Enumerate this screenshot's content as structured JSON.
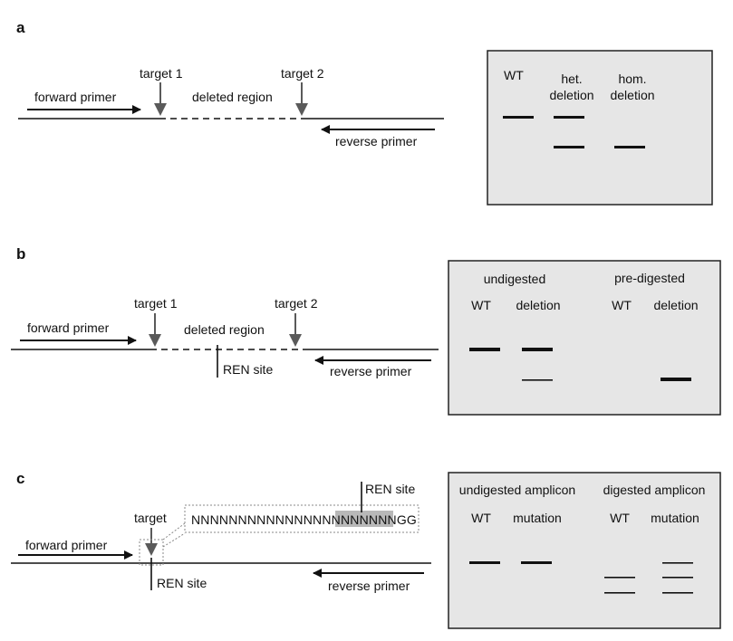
{
  "panel_a": {
    "letter": "a",
    "forward_primer": "forward primer",
    "reverse_primer": "reverse primer",
    "target1": "target 1",
    "target2": "target 2",
    "deleted_region": "deleted region",
    "gel": {
      "lane1": "WT",
      "lane2_line1": "het.",
      "lane2_line2": "deletion",
      "lane3_line1": "hom.",
      "lane3_line2": "deletion"
    }
  },
  "panel_b": {
    "letter": "b",
    "forward_primer": "forward primer",
    "reverse_primer": "reverse primer",
    "target1": "target 1",
    "target2": "target 2",
    "deleted_region": "deleted region",
    "ren_site": "REN site",
    "gel": {
      "group1": "undigested",
      "group2": "pre-digested",
      "lane1": "WT",
      "lane2": "deletion",
      "lane3": "WT",
      "lane4": "deletion"
    }
  },
  "panel_c": {
    "letter": "c",
    "forward_primer": "forward primer",
    "reverse_primer": "reverse primer",
    "target": "target",
    "ren_site_bottom": "REN site",
    "ren_site_top": "REN site",
    "sequence_prefix": "NNNNNNNNNNNNNNNN",
    "sequence_highlight": "NNNNNN",
    "sequence_suffix": "GG",
    "gel": {
      "group1": "undigested amplicon",
      "group2": "digested amplicon",
      "lane1": "WT",
      "lane2": "mutation",
      "lane3": "WT",
      "lane4": "mutation"
    }
  },
  "colors": {
    "gel_background": "#e6e6e6",
    "arrow_gray": "#5a5a5a",
    "highlight_gray": "#b8b8b8"
  }
}
